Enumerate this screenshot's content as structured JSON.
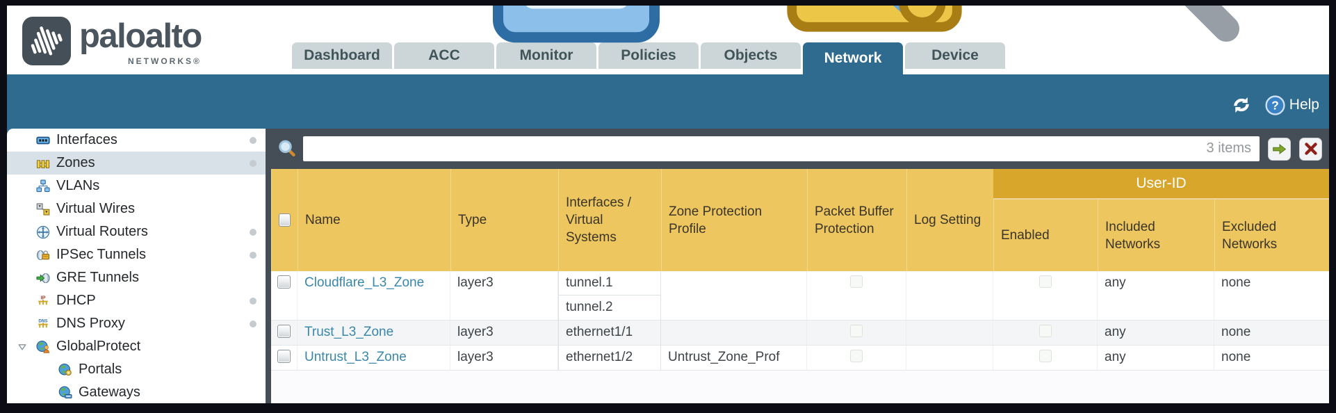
{
  "brand": {
    "name": "paloalto",
    "subtitle": "NETWORKS®"
  },
  "nav_tabs": [
    {
      "label": "Dashboard"
    },
    {
      "label": "ACC"
    },
    {
      "label": "Monitor"
    },
    {
      "label": "Policies"
    },
    {
      "label": "Objects"
    },
    {
      "label": "Network",
      "active": true
    },
    {
      "label": "Device"
    }
  ],
  "header_actions": {
    "commit": "Commit",
    "config": "Config",
    "search": "Search"
  },
  "toolbar": {
    "help": "Help"
  },
  "sidebar": {
    "items": [
      {
        "label": "Interfaces",
        "icon": "interfaces-icon",
        "dot": true
      },
      {
        "label": "Zones",
        "icon": "zones-icon",
        "dot": true,
        "selected": true
      },
      {
        "label": "VLANs",
        "icon": "vlans-icon"
      },
      {
        "label": "Virtual Wires",
        "icon": "virtual-wires-icon"
      },
      {
        "label": "Virtual Routers",
        "icon": "virtual-routers-icon",
        "dot": true
      },
      {
        "label": "IPSec Tunnels",
        "icon": "ipsec-tunnels-icon",
        "dot": true
      },
      {
        "label": "GRE Tunnels",
        "icon": "gre-tunnels-icon"
      },
      {
        "label": "DHCP",
        "icon": "dhcp-icon",
        "dot": true
      },
      {
        "label": "DNS Proxy",
        "icon": "dns-proxy-icon",
        "dot": true
      },
      {
        "label": "GlobalProtect",
        "icon": "globalprotect-icon",
        "expanded": true
      },
      {
        "label": "Portals",
        "icon": "portals-icon",
        "child": true
      },
      {
        "label": "Gateways",
        "icon": "gateways-icon",
        "child": true
      }
    ]
  },
  "filter": {
    "value": "",
    "placeholder": "",
    "count": "3 items"
  },
  "table": {
    "group_header": "User-ID",
    "columns": [
      {
        "label": ""
      },
      {
        "label": "Name"
      },
      {
        "label": "Type"
      },
      {
        "label": "Interfaces / Virtual Systems"
      },
      {
        "label": "Zone Protection Profile"
      },
      {
        "label": "Packet Buffer Protection"
      },
      {
        "label": "Log Setting"
      },
      {
        "label": "Enabled",
        "group": "User-ID"
      },
      {
        "label": "Included Networks",
        "group": "User-ID"
      },
      {
        "label": "Excluded Networks",
        "group": "User-ID"
      }
    ],
    "rows": [
      {
        "name": "Cloudflare_L3_Zone",
        "type": "layer3",
        "interfaces": [
          "tunnel.1",
          "tunnel.2"
        ],
        "zone_protection_profile": "",
        "packet_buffer_protection": false,
        "log_setting": "",
        "user_id_enabled": false,
        "included_networks": "any",
        "excluded_networks": "none"
      },
      {
        "name": "Trust_L3_Zone",
        "type": "layer3",
        "interfaces": [
          "ethernet1/1"
        ],
        "zone_protection_profile": "",
        "packet_buffer_protection": false,
        "log_setting": "",
        "user_id_enabled": false,
        "included_networks": "any",
        "excluded_networks": "none"
      },
      {
        "name": "Untrust_L3_Zone",
        "type": "layer3",
        "interfaces": [
          "ethernet1/2"
        ],
        "zone_protection_profile": "Untrust_Zone_Prof",
        "packet_buffer_protection": false,
        "log_setting": "",
        "user_id_enabled": false,
        "included_networks": "any",
        "excluded_networks": "none"
      }
    ]
  },
  "colors": {
    "teal": "#2f6b8f",
    "slate": "#454e57",
    "gold_header": "#edc65f",
    "gold_group": "#d9a62c",
    "tab_inactive": "#ccd6d8",
    "link_blue": "#3a87ac",
    "action_blue": "#2e7cad",
    "selected_row": "#d7e1e7"
  }
}
